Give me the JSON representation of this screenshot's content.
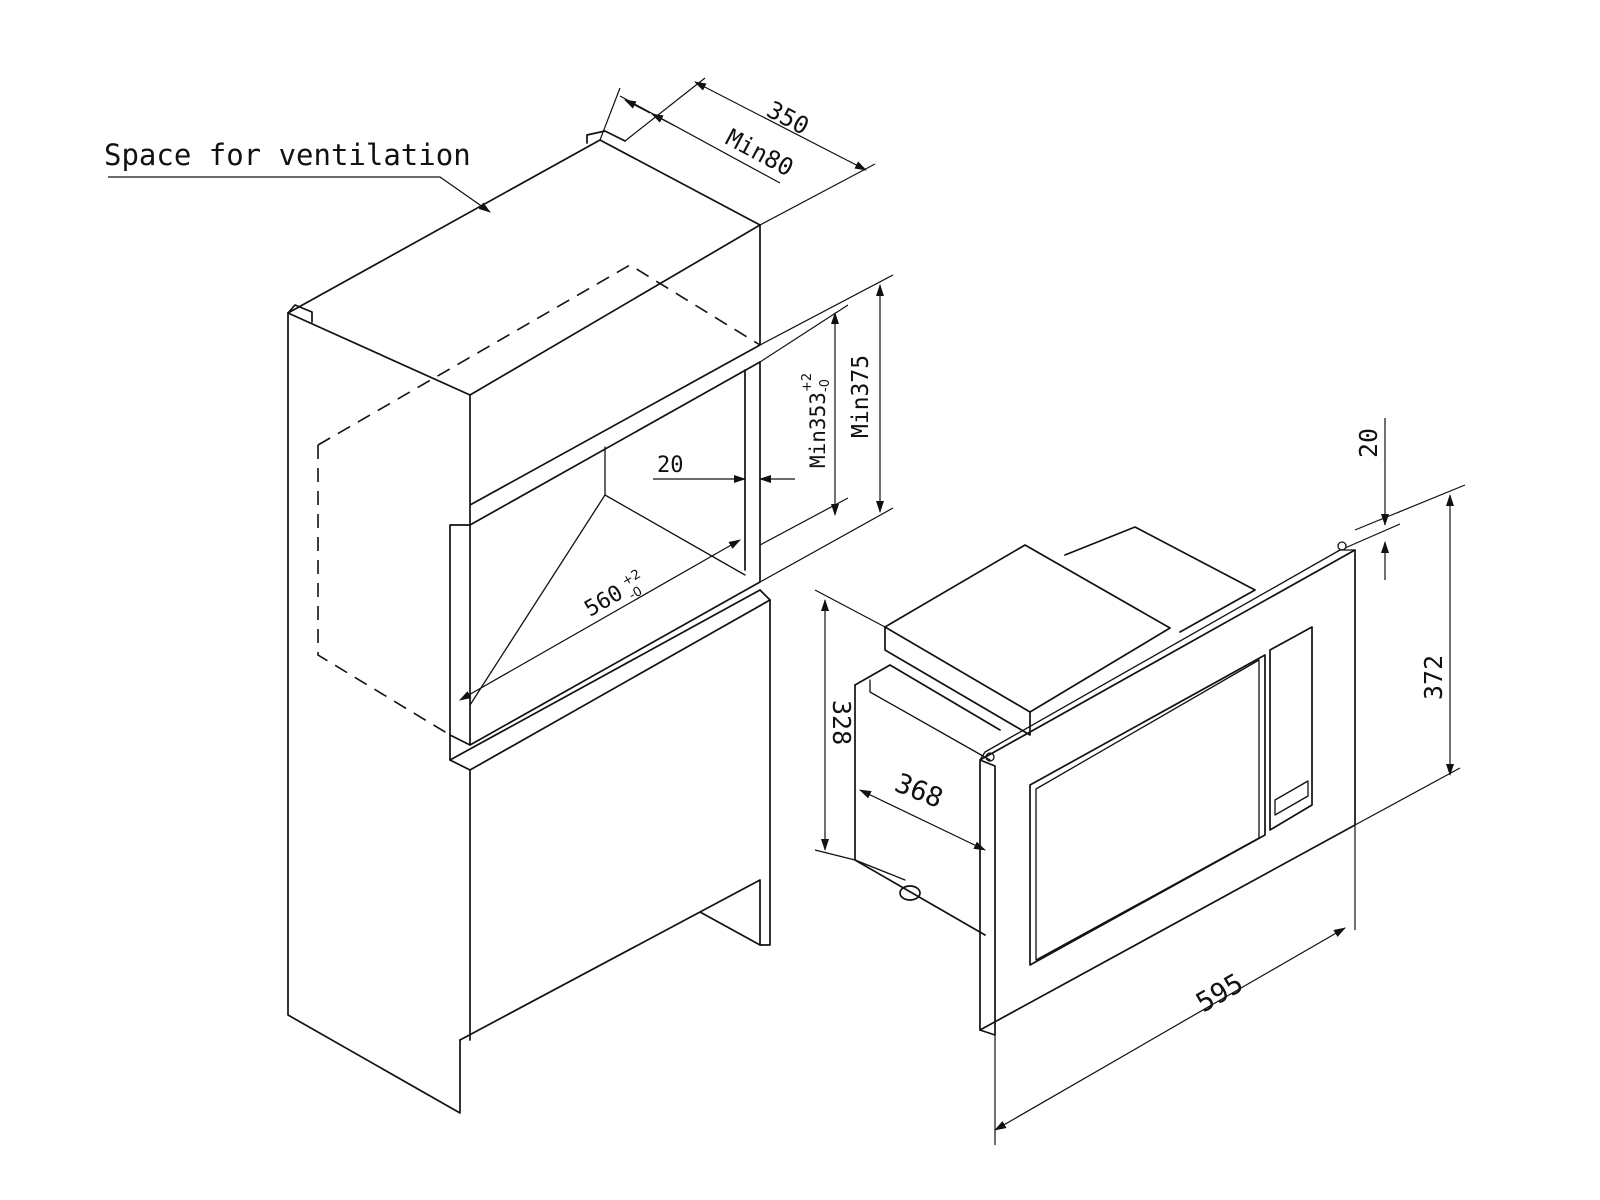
{
  "labels": {
    "ventilation": "Space for ventilation"
  },
  "dimensions": {
    "depth_350": "350",
    "min80": "Min80",
    "min375": "Min375",
    "min353_base": "Min353",
    "min353_sup": "+2",
    "min353_sub": "-0",
    "gap_20_cabinet": "20",
    "width_560_base": "560",
    "width_560_sup": "+2",
    "width_560_sub": "-0",
    "frame_20": "20",
    "height_372": "372",
    "height_328": "328",
    "depth_368": "368",
    "width_595": "595"
  },
  "colors": {
    "line": "#111111",
    "background": "#ffffff"
  }
}
